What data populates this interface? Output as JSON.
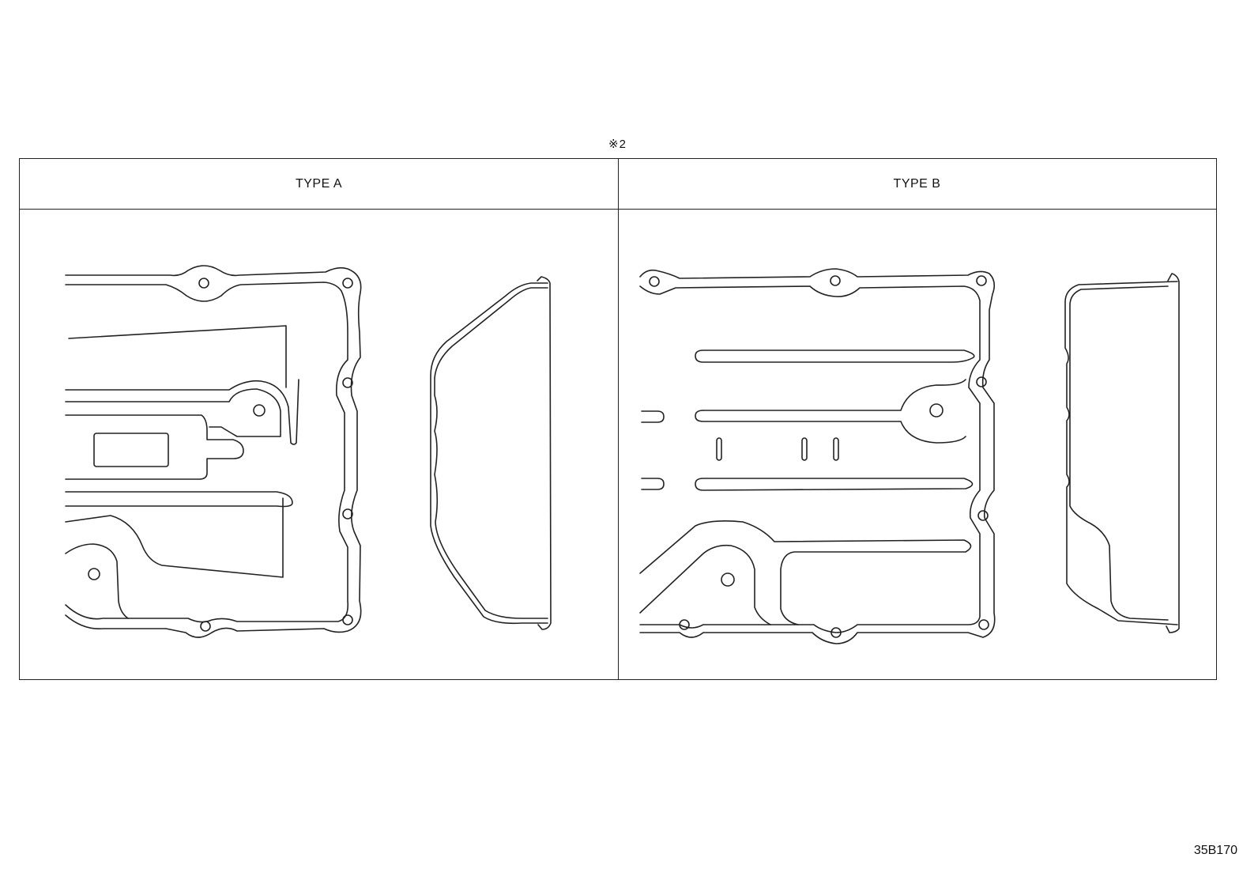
{
  "note": "※2",
  "columns": {
    "type_a": {
      "label": "TYPE A"
    },
    "type_b": {
      "label": "TYPE B"
    }
  },
  "figure_code": "35B170",
  "colors": {
    "line": "#222222",
    "background": "#ffffff"
  }
}
